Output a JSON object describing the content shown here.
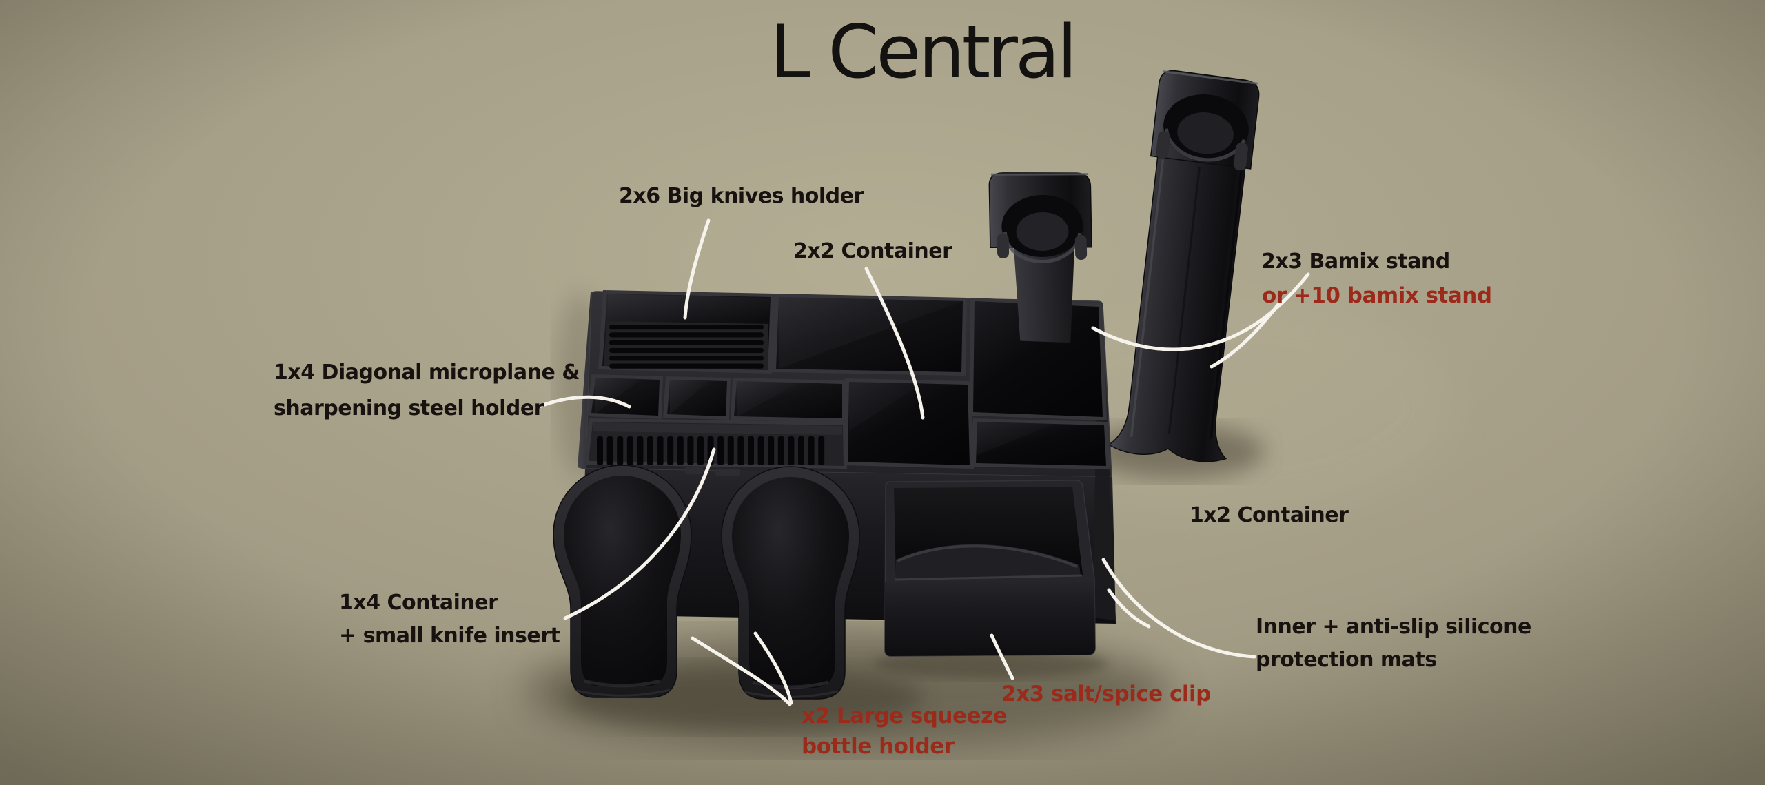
{
  "title": "L Central",
  "colors": {
    "background": "#a8a18a",
    "label_text": "#17120f",
    "accent_red": "#9c2a1a",
    "callout_line": "#f5f3ec",
    "plastic_dark": "#232327"
  },
  "labels": {
    "big_knives": {
      "text": "2x6 Big knives holder"
    },
    "container_2x2": {
      "text": "2x2 Container"
    },
    "bamix_stand": {
      "line1": "2x3 Bamix stand",
      "line2": "or +10 bamix stand"
    },
    "microplane": {
      "line1": "1x4 Diagonal microplane &",
      "line2": "sharpening steel holder"
    },
    "container_1x2": {
      "text": "1x2 Container"
    },
    "container_1x4": {
      "line1": "1x4 Container",
      "line2": "+ small knife insert"
    },
    "squeeze_bottle": {
      "line1": "x2 Large squeeze",
      "line2": "bottle holder"
    },
    "salt_spice": {
      "text": "2x3 salt/spice clip"
    },
    "protection_mats": {
      "line1": "Inner + anti-slip silicone",
      "line2": "protection mats"
    }
  }
}
